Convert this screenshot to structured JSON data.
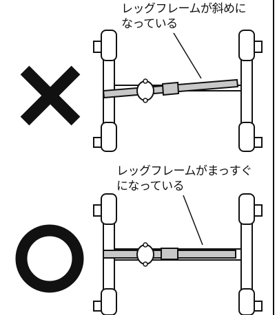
{
  "top_panel": {
    "mark": "×",
    "mark_icon": "cross-icon",
    "label_line1": "レッグフレームが斜めに",
    "label_line2": "なっている"
  },
  "bottom_panel": {
    "mark": "○",
    "mark_icon": "circle-icon",
    "label_line1": "レッグフレームがまっすぐ",
    "label_line2": "になっている"
  },
  "colors": {
    "ink": "#111111",
    "bar_fill": "#c8c8c8",
    "frame_fill": "#ffffff"
  }
}
